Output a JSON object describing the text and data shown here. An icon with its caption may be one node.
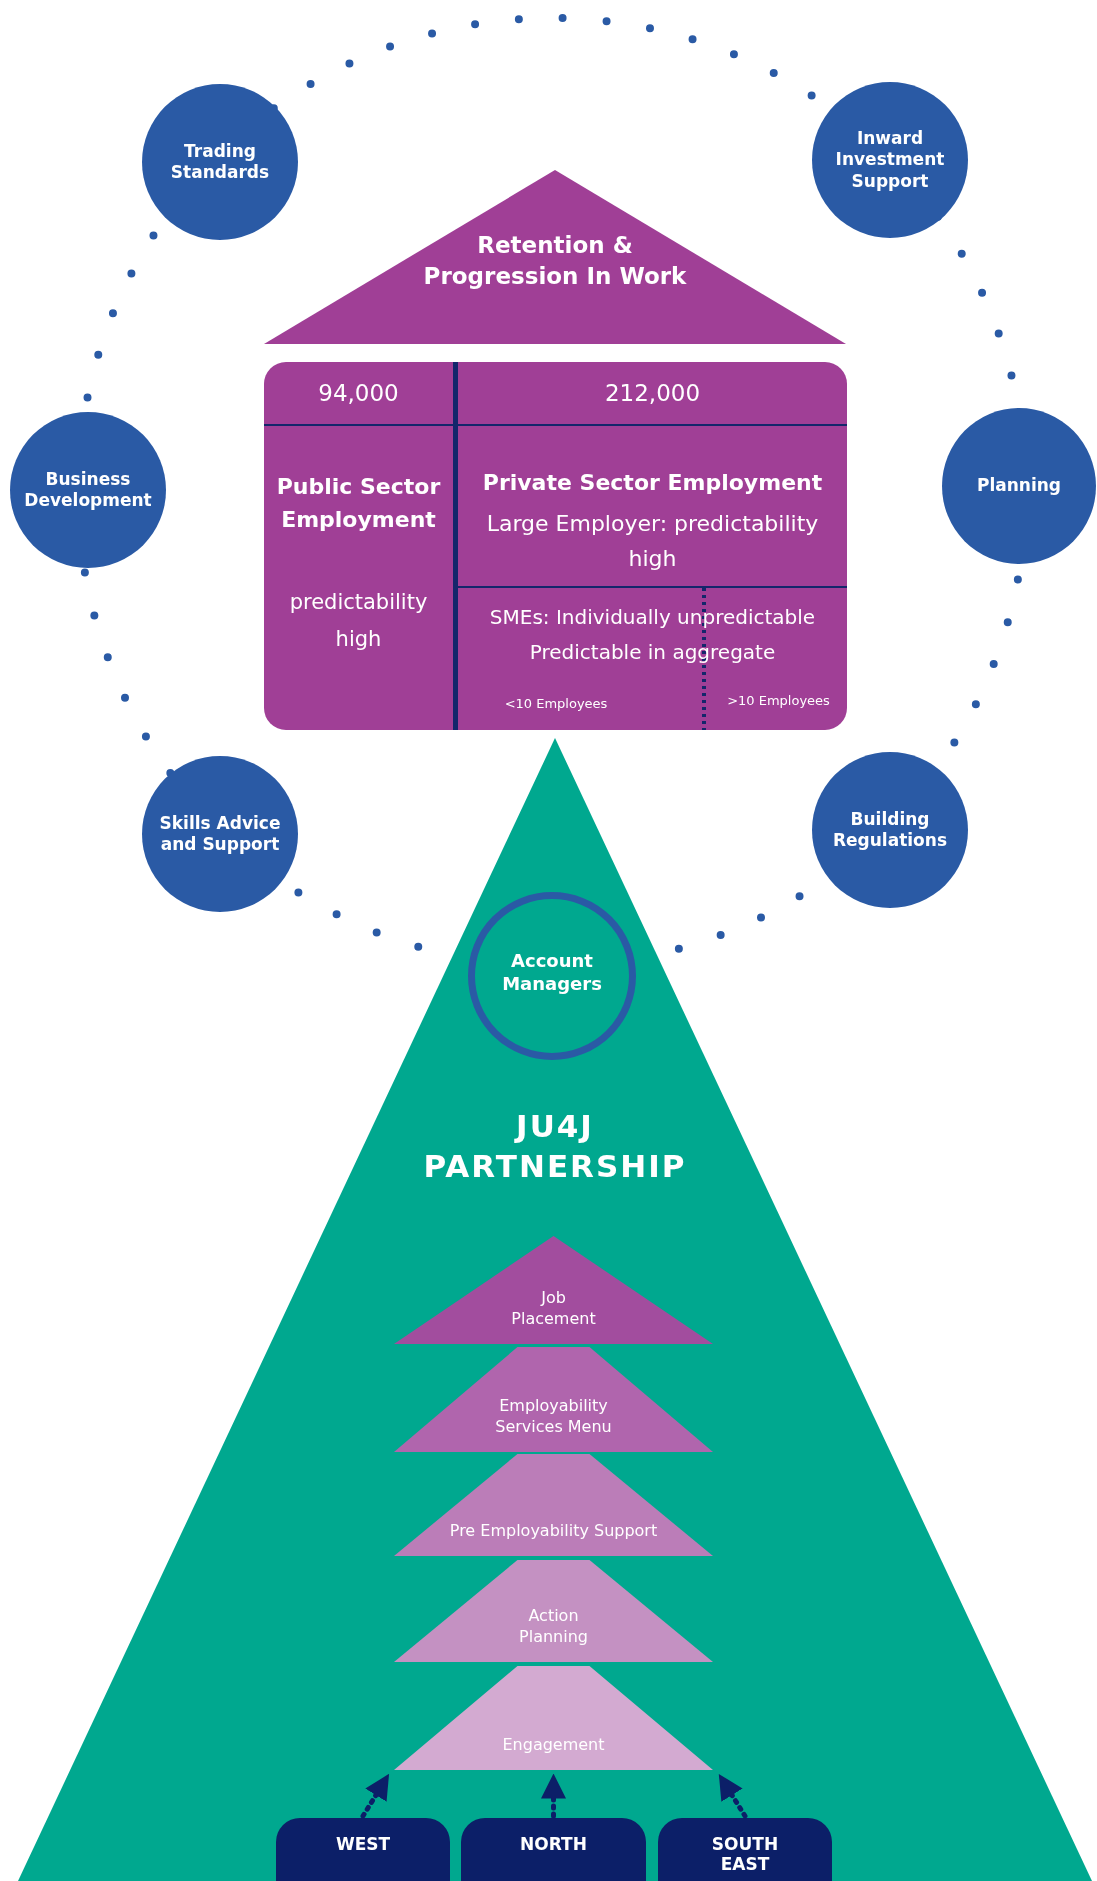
{
  "diagram": {
    "nodes": [
      {
        "text": [
          "Trading Standards"
        ]
      },
      {
        "text": [
          "Inward Investment Support"
        ]
      },
      {
        "text": [
          "Business Development"
        ]
      },
      {
        "text": [
          "Planning"
        ]
      },
      {
        "text": [
          "Skills Advice and Support"
        ]
      },
      {
        "text": [
          "Building Regulations"
        ]
      },
      {
        "text": [
          "Retention & Progression In Work"
        ]
      },
      {
        "text": [],
        "shape": "box"
      },
      {
        "text": [
          "94,000",
          "Public Sector Employment",
          "predictability high"
        ],
        "in": 7
      },
      {
        "text": [
          "212,000",
          "Private Sector Employment",
          "Large Employer: predictability high"
        ],
        "in": 7
      },
      {
        "text": [
          "SMEs: Individually unpredictable Predictable in aggregate"
        ],
        "in": 7
      },
      {
        "text": [
          "JU4J PARTNERSHIP"
        ]
      },
      {
        "text": [
          "Account Managers"
        ],
        "in": 11
      },
      {
        "text": [
          "Job Placement"
        ],
        "in": 11
      },
      {
        "text": [
          "Employability Services Menu"
        ],
        "in": 11
      },
      {
        "text": [
          "Pre Employability Support"
        ],
        "in": 11
      },
      {
        "text": [
          "Action Planning"
        ],
        "in": 11
      },
      {
        "text": [
          "Engagement"
        ],
        "in": 11
      },
      {
        "text": [
          "WEST"
        ],
        "in": 11
      },
      {
        "text": [
          "NORTH"
        ],
        "in": 11
      },
      {
        "text": [
          "SOUTH EAST"
        ],
        "in": 11
      }
    ],
    "edges": [
      {
        "from": 18,
        "to": 17,
        "arrow": "to",
        "style": "dashed"
      },
      {
        "from": 19,
        "to": 17,
        "arrow": "to",
        "style": "dashed"
      },
      {
        "from": 20,
        "to": 17,
        "arrow": "to",
        "style": "dashed"
      }
    ],
    "labels": [
      "<10 Employees",
      ">10 Employees"
    ]
  }
}
